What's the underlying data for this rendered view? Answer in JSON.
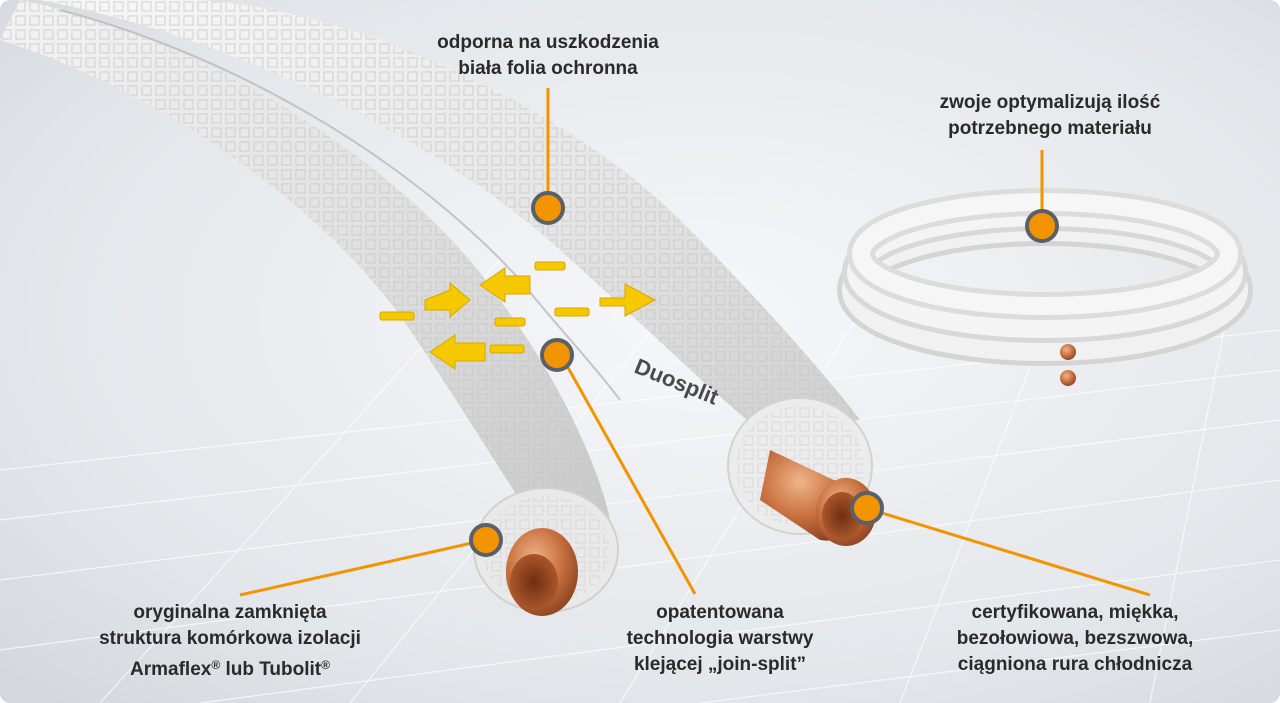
{
  "colors": {
    "accent": "#f29400",
    "marker_ring": "#5a6069",
    "arrow": "#f5c800",
    "copper": "#c8703f",
    "insulation": "#ececec",
    "text": "#2a2a2a"
  },
  "product_print": "Duosplit",
  "callouts": {
    "top": {
      "line1": "odporna na uszkodzenia",
      "line2": "biała folia ochronna"
    },
    "coil": {
      "line1": "zwoje optymalizują ilość",
      "line2": "potrzebnego materiału"
    },
    "left": {
      "line1": "oryginalna zamknięta",
      "line2": "struktura komórkowa izolacji",
      "line3_a": "Armaflex",
      "reg_a": "®",
      "line3_b": " lub Tubolit",
      "reg_b": "®"
    },
    "middle": {
      "line1": "opatentowana",
      "line2": "technologia warstwy",
      "line3": "klejącej „join-split”"
    },
    "right": {
      "line1": "certyfikowana, miękka,",
      "line2": "bezołowiowa, bezszwowa,",
      "line3": "ciągniona rura chłodnicza"
    }
  }
}
